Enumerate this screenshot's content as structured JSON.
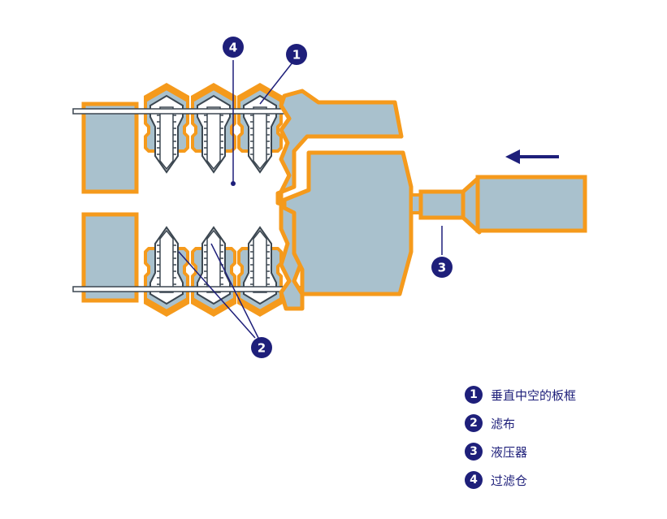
{
  "colors": {
    "frame_orange": "#f59a1c",
    "fill_blue_gray": "#a9c1cd",
    "plate_gray": "#8a9aa4",
    "marker_navy": "#1e1f7a",
    "arrow_navy": "#1e1f7a"
  },
  "markers": [
    {
      "id": "1",
      "label": "1"
    },
    {
      "id": "2",
      "label": "2"
    },
    {
      "id": "3",
      "label": "3"
    },
    {
      "id": "4",
      "label": "4"
    }
  ],
  "legend": [
    {
      "number": "1",
      "text": "垂直中空的板框"
    },
    {
      "number": "2",
      "text": "滤布"
    },
    {
      "number": "3",
      "text": "液压器"
    },
    {
      "number": "4",
      "text": "过滤仓"
    }
  ]
}
